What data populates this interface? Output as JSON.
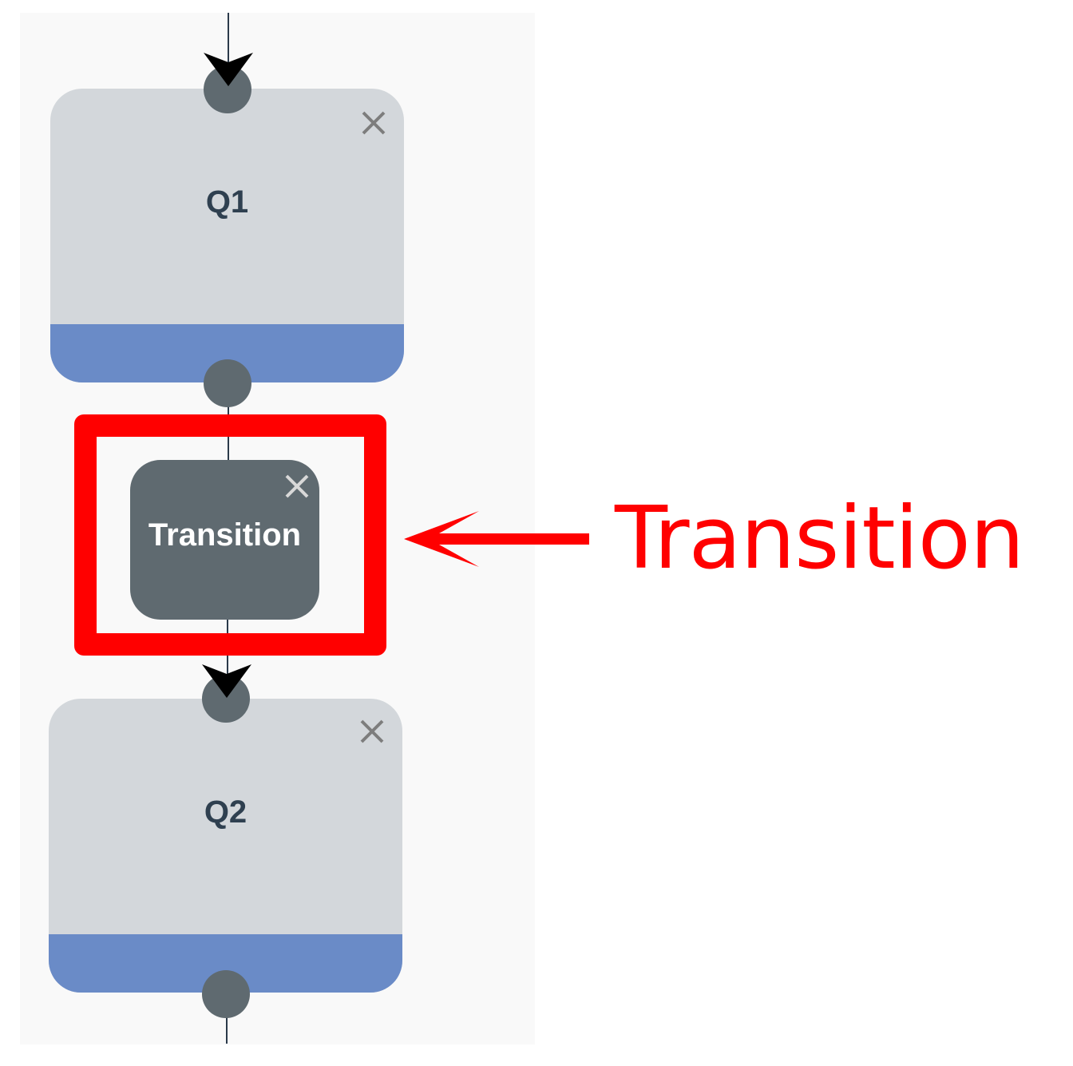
{
  "diagram": {
    "nodes": [
      {
        "id": "Q1",
        "label": "Q1",
        "type": "state",
        "close_icon": "close-icon"
      },
      {
        "id": "transition",
        "label": "Transition",
        "type": "transition",
        "close_icon": "close-icon"
      },
      {
        "id": "Q2",
        "label": "Q2",
        "type": "state",
        "close_icon": "close-icon"
      }
    ],
    "edges": [
      {
        "from": "entry",
        "to": "Q1"
      },
      {
        "from": "Q1",
        "to": "transition"
      },
      {
        "from": "transition",
        "to": "Q2"
      },
      {
        "from": "Q2",
        "to": "exit"
      }
    ],
    "colors": {
      "state_fill": "#d3d7db",
      "state_footer": "#6a8bc7",
      "transition_fill": "#5f6a70",
      "port_fill": "#5f6a70",
      "highlight": "#ff0000"
    }
  },
  "annotation": {
    "label": "Transition",
    "arrow_icon": "arrow-left-icon"
  }
}
